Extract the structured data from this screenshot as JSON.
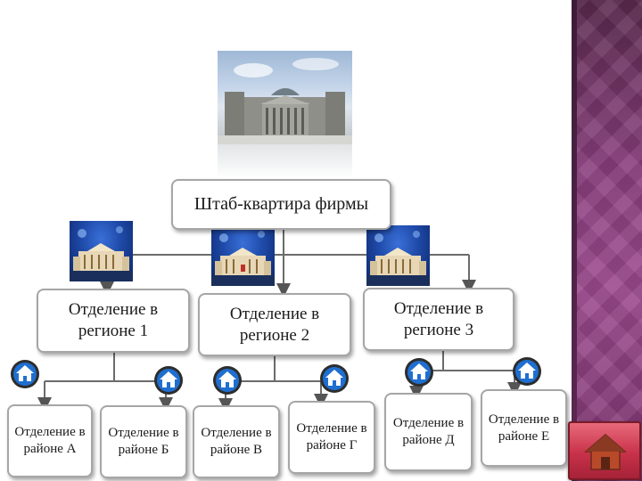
{
  "diagram": {
    "headquarters": "Штаб-квартира фирмы",
    "regions": [
      "Отделение в\nрегионе 1",
      "Отделение в\nрегионе 2",
      "Отделение в\nрегионе 3"
    ],
    "districts": [
      "Отделение в\nрайоне  А",
      "Отделение в\nрайоне  Б",
      "Отделение в\nрайоне  В",
      "Отделение в\nрайоне  Г",
      "Отделение в\nрайоне  Д",
      "Отделение в\nрайоне  Е"
    ]
  },
  "icons": {
    "headquarters_image": "parliament-building-icon",
    "region_image": "theater-building-icon",
    "district_image": "blue-house-icon",
    "nav": "home-icon"
  },
  "colors": {
    "side_panel": "#8a3f7e",
    "home_button": "#c8324a",
    "box_border": "#a6a6a6",
    "connector": "#6b6b6b",
    "house_icon_blue": "#1f6fd0"
  }
}
